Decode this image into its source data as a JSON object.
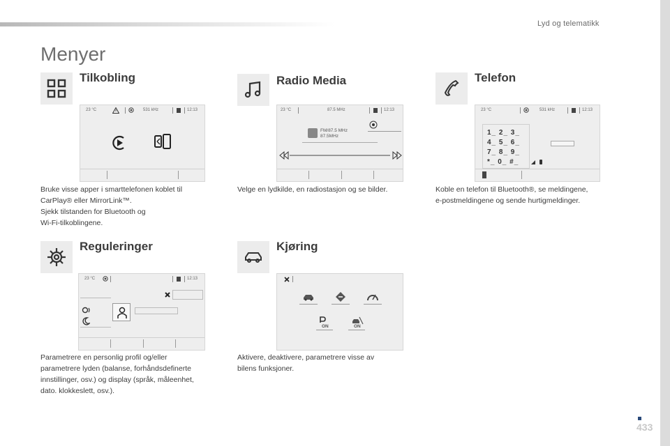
{
  "header": {
    "section": "Lyd og telematikk"
  },
  "page": {
    "title": "Menyer",
    "number": "433"
  },
  "categories": {
    "tilkobling": {
      "title": "Tilkobling",
      "status": {
        "temp": "23 °C",
        "freq": "531 kHz",
        "time": "12:13"
      },
      "desc": [
        "Bruke visse apper i smarttelefonen koblet til",
        "CarPlay® eller MirrorLink™.",
        "Sjekk tilstanden for Bluetooth og",
        "Wi-Fi-tilkoblingene."
      ]
    },
    "radio": {
      "title": "Radio Media",
      "status": {
        "temp": "23 °C",
        "freq": "87.5 MHz",
        "time": "12:13"
      },
      "station_line1": "FM/87.5 MHz",
      "station_line2": "87.5MHz",
      "desc": [
        "Velge en lydkilde, en radiostasjon og se bilder."
      ]
    },
    "telefon": {
      "title": "Telefon",
      "status": {
        "temp": "23 °C",
        "freq": "531 kHz",
        "time": "12:13"
      },
      "keypad": [
        "1_ 2_ 3_",
        "4_ 5_ 6_",
        "7_ 8_ 9_",
        "*_ 0_ #_"
      ],
      "desc": [
        "Koble en telefon til Bluetooth®, se meldingene,",
        "e-postmeldingene og sende hurtigmeldinger."
      ]
    },
    "reguleringer": {
      "title": "Reguleringer",
      "status": {
        "temp": "23 °C",
        "time": "12:13"
      },
      "desc": [
        "Parametrere en personlig profil og/eller",
        "parametrere lyden (balanse, forhåndsdefinerte",
        "innstillinger, osv.) og display (språk, måleenhet,",
        "dato. klokkeslett, osv.)."
      ]
    },
    "kjoring": {
      "title": "Kjøring",
      "on_label_1": "ON",
      "on_label_2": "ON",
      "desc": [
        "Aktivere, deaktivere, parametrere visse av",
        "bilens funksjoner."
      ]
    }
  },
  "colors": {
    "icon_bg": "#ececec",
    "screen_bg": "#eeeeee",
    "text": "#3c3c3c",
    "title_gray": "#6e6e6e"
  }
}
